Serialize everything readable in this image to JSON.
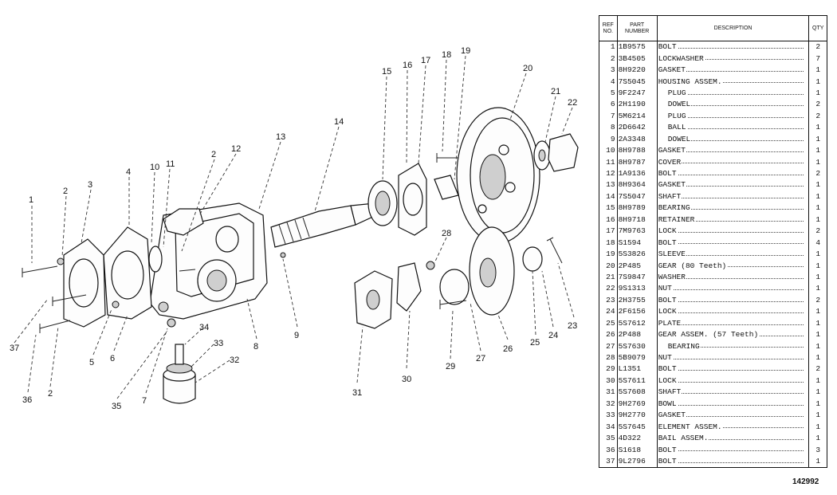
{
  "table": {
    "headers": {
      "ref": "REF NO.",
      "part": "PART NUMBER",
      "desc": "DESCRIPTION",
      "qty": "QTY"
    },
    "rows": [
      {
        "ref": "1",
        "part": "1B9575",
        "desc": "BOLT",
        "qty": "2"
      },
      {
        "ref": "2",
        "part": "3B4505",
        "desc": "LOCKWASHER",
        "qty": "7"
      },
      {
        "ref": "3",
        "part": "8H9220",
        "desc": "GASKET",
        "qty": "1"
      },
      {
        "ref": "4",
        "part": "7S5045",
        "desc": "HOUSING ASSEM.",
        "qty": "1"
      },
      {
        "ref": "5",
        "part": "9F2247",
        "desc": "PLUG",
        "qty": "1",
        "indent": true
      },
      {
        "ref": "6",
        "part": "2H1190",
        "desc": "DOWEL",
        "qty": "2",
        "indent": true
      },
      {
        "ref": "7",
        "part": "5M6214",
        "desc": "PLUG",
        "qty": "2",
        "indent": true
      },
      {
        "ref": "8",
        "part": "2D6642",
        "desc": "BALL",
        "qty": "1",
        "indent": true
      },
      {
        "ref": "9",
        "part": "2A3348",
        "desc": "DOWEL",
        "qty": "1",
        "indent": true
      },
      {
        "ref": "10",
        "part": "8H9788",
        "desc": "GASKET",
        "qty": "1"
      },
      {
        "ref": "11",
        "part": "8H9787",
        "desc": "COVER",
        "qty": "1"
      },
      {
        "ref": "12",
        "part": "1A9136",
        "desc": "BOLT",
        "qty": "2"
      },
      {
        "ref": "13",
        "part": "8H9364",
        "desc": "GASKET",
        "qty": "1"
      },
      {
        "ref": "14",
        "part": "7S5047",
        "desc": "SHAFT",
        "qty": "1"
      },
      {
        "ref": "15",
        "part": "8H9789",
        "desc": "BEARING",
        "qty": "1"
      },
      {
        "ref": "16",
        "part": "8H9718",
        "desc": "RETAINER",
        "qty": "1"
      },
      {
        "ref": "17",
        "part": "7M9763",
        "desc": "LOCK",
        "qty": "2"
      },
      {
        "ref": "18",
        "part": "S1594",
        "desc": "BOLT",
        "qty": "4"
      },
      {
        "ref": "19",
        "part": "5S3826",
        "desc": "SLEEVE",
        "qty": "1"
      },
      {
        "ref": "20",
        "part": "2P485",
        "desc": "GEAR (80 Teeth)",
        "qty": "1"
      },
      {
        "ref": "21",
        "part": "7S9847",
        "desc": "WASHER",
        "qty": "1"
      },
      {
        "ref": "22",
        "part": "9S1313",
        "desc": "NUT",
        "qty": "1"
      },
      {
        "ref": "23",
        "part": "2H3755",
        "desc": "BOLT",
        "qty": "2"
      },
      {
        "ref": "24",
        "part": "2F6156",
        "desc": "LOCK",
        "qty": "1"
      },
      {
        "ref": "25",
        "part": "5S7612",
        "desc": "PLATE",
        "qty": "1"
      },
      {
        "ref": "26",
        "part": "2P488",
        "desc": "GEAR ASSEM. (57 Teeth)",
        "qty": "1"
      },
      {
        "ref": "27",
        "part": "5S7630",
        "desc": "BEARING",
        "qty": "1",
        "indent": true
      },
      {
        "ref": "28",
        "part": "5B9079",
        "desc": "NUT",
        "qty": "1"
      },
      {
        "ref": "29",
        "part": "L1351",
        "desc": "BOLT",
        "qty": "2"
      },
      {
        "ref": "30",
        "part": "5S7611",
        "desc": "LOCK",
        "qty": "1"
      },
      {
        "ref": "31",
        "part": "5S7608",
        "desc": "SHAFT",
        "qty": "1"
      },
      {
        "ref": "32",
        "part": "9H2769",
        "desc": "BOWL",
        "qty": "1"
      },
      {
        "ref": "33",
        "part": "9H2770",
        "desc": "GASKET",
        "qty": "1"
      },
      {
        "ref": "34",
        "part": "5S7645",
        "desc": "ELEMENT ASSEM.",
        "qty": "1"
      },
      {
        "ref": "35",
        "part": "4D322",
        "desc": "BAIL ASSEM.",
        "qty": "1"
      },
      {
        "ref": "36",
        "part": "S1618",
        "desc": "BOLT",
        "qty": "3"
      },
      {
        "ref": "37",
        "part": "9L2796",
        "desc": "BOLT",
        "qty": "1"
      }
    ]
  },
  "callouts": [
    "1",
    "2",
    "3",
    "4",
    "10",
    "11",
    "2",
    "12",
    "13",
    "14",
    "15",
    "16",
    "17",
    "18",
    "19",
    "20",
    "21",
    "22",
    "37",
    "5",
    "6",
    "35",
    "7",
    "34",
    "33",
    "32",
    "36",
    "2",
    "8",
    "9",
    "31",
    "30",
    "29",
    "28",
    "27",
    "26",
    "25",
    "24",
    "23"
  ],
  "illustration_number": "142992"
}
